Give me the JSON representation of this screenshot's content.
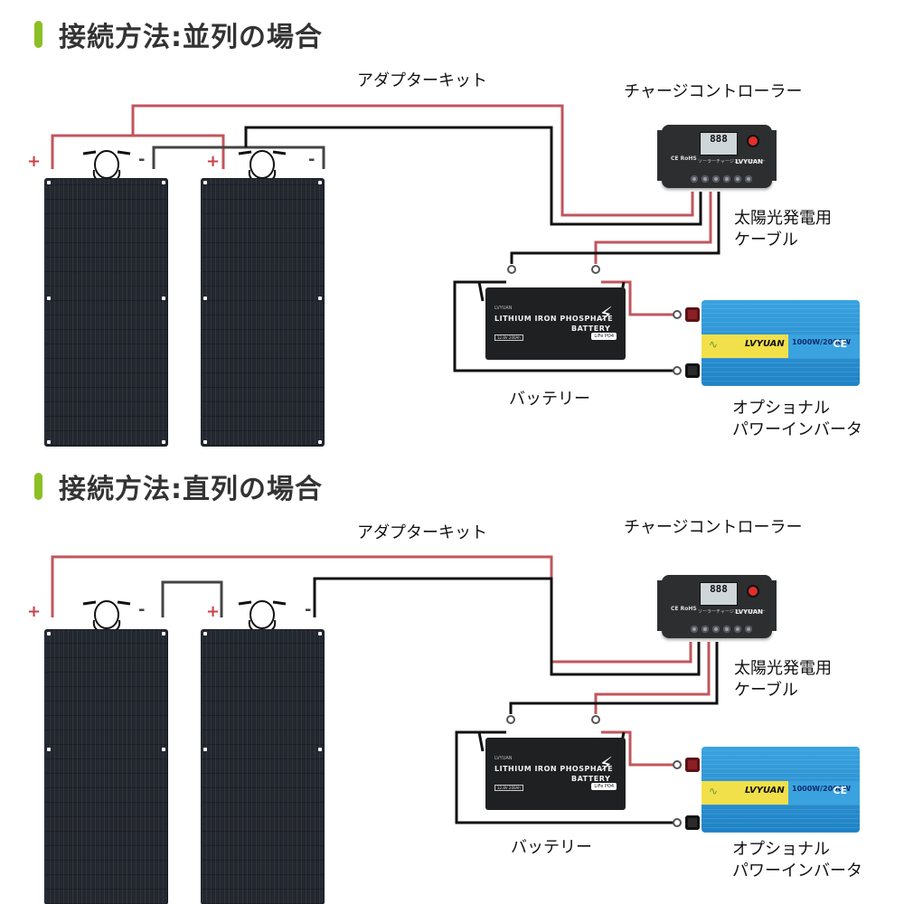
{
  "sections": {
    "parallel": {
      "title": "接続方法:並列の場合",
      "labels": {
        "adapter_kit": "アダプターキット",
        "charge_controller": "チャージコントローラー",
        "solar_cable_line1": "太陽光発電用",
        "solar_cable_line2": "ケーブル",
        "battery": "バッテリー",
        "inverter_line1": "オプショナル",
        "inverter_line2": "パワーインバータ"
      },
      "panel_signs": {
        "plus": "+",
        "minus": "-"
      }
    },
    "series": {
      "title": "接続方法:直列の場合",
      "labels": {
        "adapter_kit": "アダプターキット",
        "charge_controller": "チャージコントローラー",
        "solar_cable_line1": "太陽光発電用",
        "solar_cable_line2": "ケーブル",
        "battery": "バッテリー",
        "inverter_line1": "オプショナル",
        "inverter_line2": "パワーインバータ"
      },
      "panel_signs": {
        "plus": "+",
        "minus": "-"
      }
    }
  },
  "devices": {
    "controller": {
      "lcd_text": "888",
      "brand": "LVYUAN",
      "cert": "CE RoHS",
      "caption": "ソーラーチャージコントローラー"
    },
    "battery": {
      "logo": "LVYUAN",
      "line1": "LITHIUM IRON PHOSPHATE",
      "line2": "BATTERY",
      "spec": "12.8V 200Ah",
      "chemistry": "LiFe PO4",
      "bolt_icon": "⚡"
    },
    "inverter": {
      "brand": "LVYUAN",
      "power": "1000W/2000W",
      "ce": "CE",
      "wave_icon": "∿"
    }
  },
  "colors": {
    "accent_green": "#8cbf26",
    "positive_wire": "#c0565c",
    "negative_wire": "#111111",
    "panel_link_wire": "#444444",
    "inverter_blue": "#2a93d5"
  }
}
